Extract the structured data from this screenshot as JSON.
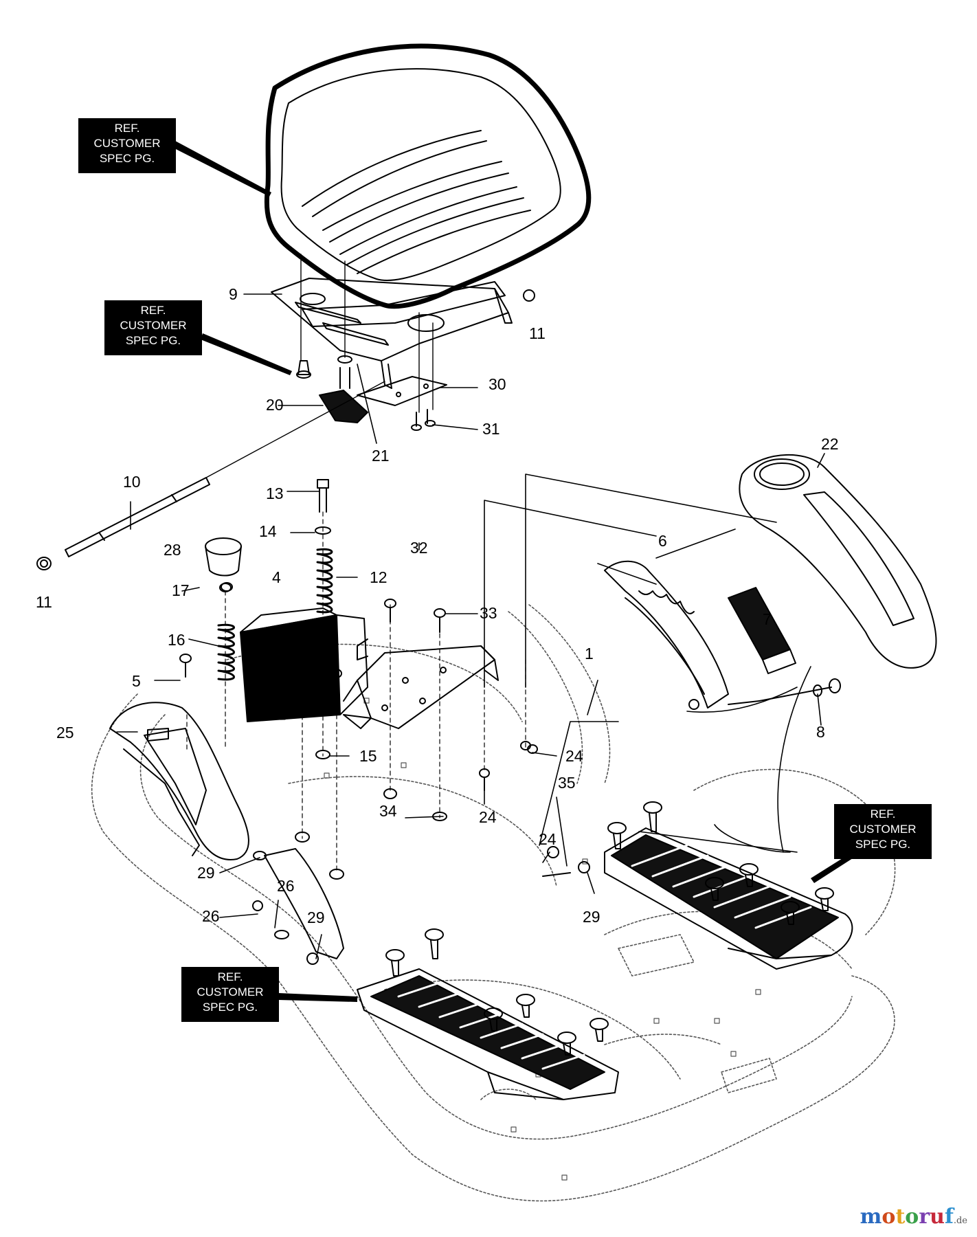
{
  "ref_boxes": {
    "seat": [
      "REF.",
      "CUSTOMER",
      "SPEC PG."
    ],
    "knob": [
      "REF.",
      "CUSTOMER",
      "SPEC PG."
    ],
    "right_footrest": [
      "REF.",
      "CUSTOMER",
      "SPEC PG."
    ],
    "left_footrest": [
      "REF.",
      "CUSTOMER",
      "SPEC PG."
    ]
  },
  "callouts": {
    "c9": "9",
    "c11a": "11",
    "c30": "30",
    "c20": "20",
    "c31": "31",
    "c21": "21",
    "c10": "10",
    "c11b": "11",
    "c22": "22",
    "c13": "13",
    "c14": "14",
    "c28": "28",
    "c32": "32",
    "c6": "6",
    "c12": "12",
    "c17": "17",
    "c4": "4",
    "c33": "33",
    "c7": "7",
    "c16": "16",
    "c1": "1",
    "c5": "5",
    "c8": "8",
    "c25": "25",
    "c15": "15",
    "c24a": "24",
    "c35": "35",
    "c34": "34",
    "c24b": "24",
    "c24c": "24",
    "c29a": "29",
    "c26a": "26",
    "c29b": "29",
    "c26b": "26",
    "c29c": "29"
  },
  "watermark": {
    "m": "m",
    "o1": "o",
    "t": "t",
    "o2": "o",
    "r": "r",
    "u": "u",
    "f": "f",
    "de": ".de"
  }
}
